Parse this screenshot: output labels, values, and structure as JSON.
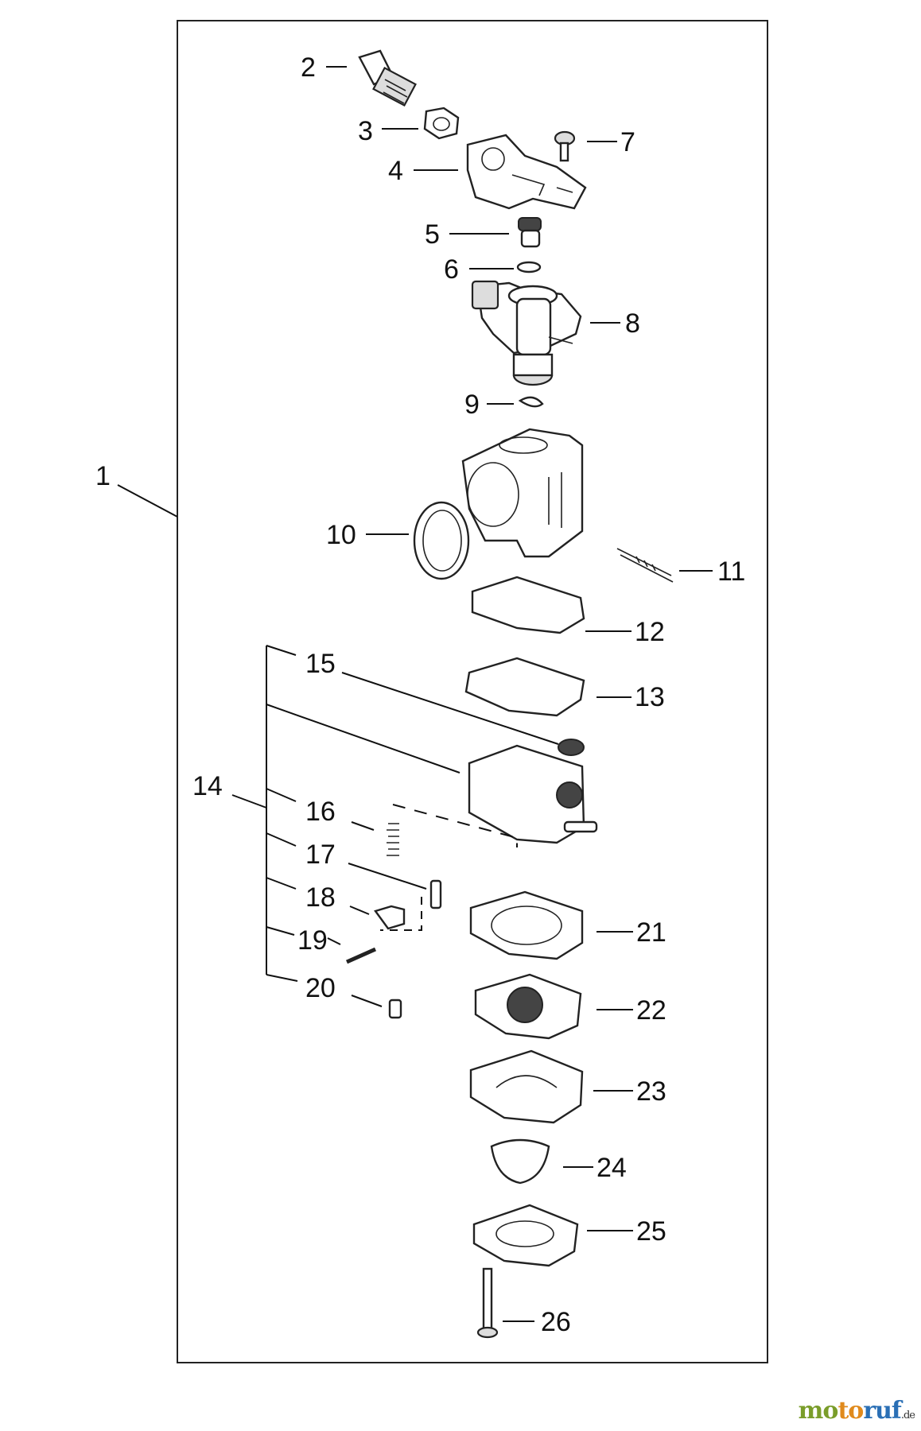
{
  "callouts": [
    "1",
    "2",
    "3",
    "4",
    "5",
    "6",
    "7",
    "8",
    "9",
    "10",
    "11",
    "12",
    "13",
    "14",
    "15",
    "16",
    "17",
    "18",
    "19",
    "20",
    "21",
    "22",
    "23",
    "24",
    "25",
    "26"
  ],
  "watermark": {
    "part1": "mo",
    "part2": "to",
    "part3": "ruf",
    "tld": ".de"
  }
}
